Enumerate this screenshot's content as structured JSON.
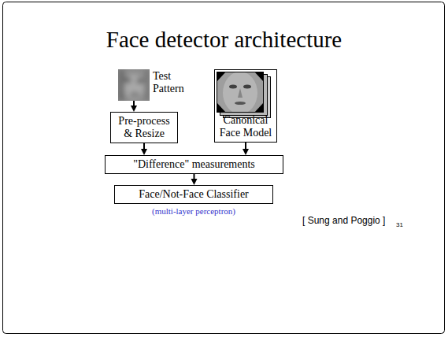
{
  "diagram": {
    "title": "Face detector architecture",
    "nodes": [
      {
        "text": [
          "Test Pattern"
        ]
      },
      {
        "text": [
          "Pre-process & Resize"
        ]
      },
      {
        "text": [
          "Canonical Face Model"
        ]
      },
      {
        "text": [
          "\"Difference\" measurements"
        ]
      },
      {
        "text": [
          "Face/Not-Face Classifier"
        ]
      }
    ],
    "edges": [
      {
        "from": 0,
        "to": 1,
        "arrow": "to"
      },
      {
        "from": 1,
        "to": 3,
        "arrow": "to"
      },
      {
        "from": 2,
        "to": 3,
        "arrow": "to"
      },
      {
        "from": 3,
        "to": 4,
        "arrow": "to"
      }
    ],
    "labels": [
      "(multi-layer perceptron)",
      "[ Sung and Poggio ]",
      "31"
    ]
  }
}
